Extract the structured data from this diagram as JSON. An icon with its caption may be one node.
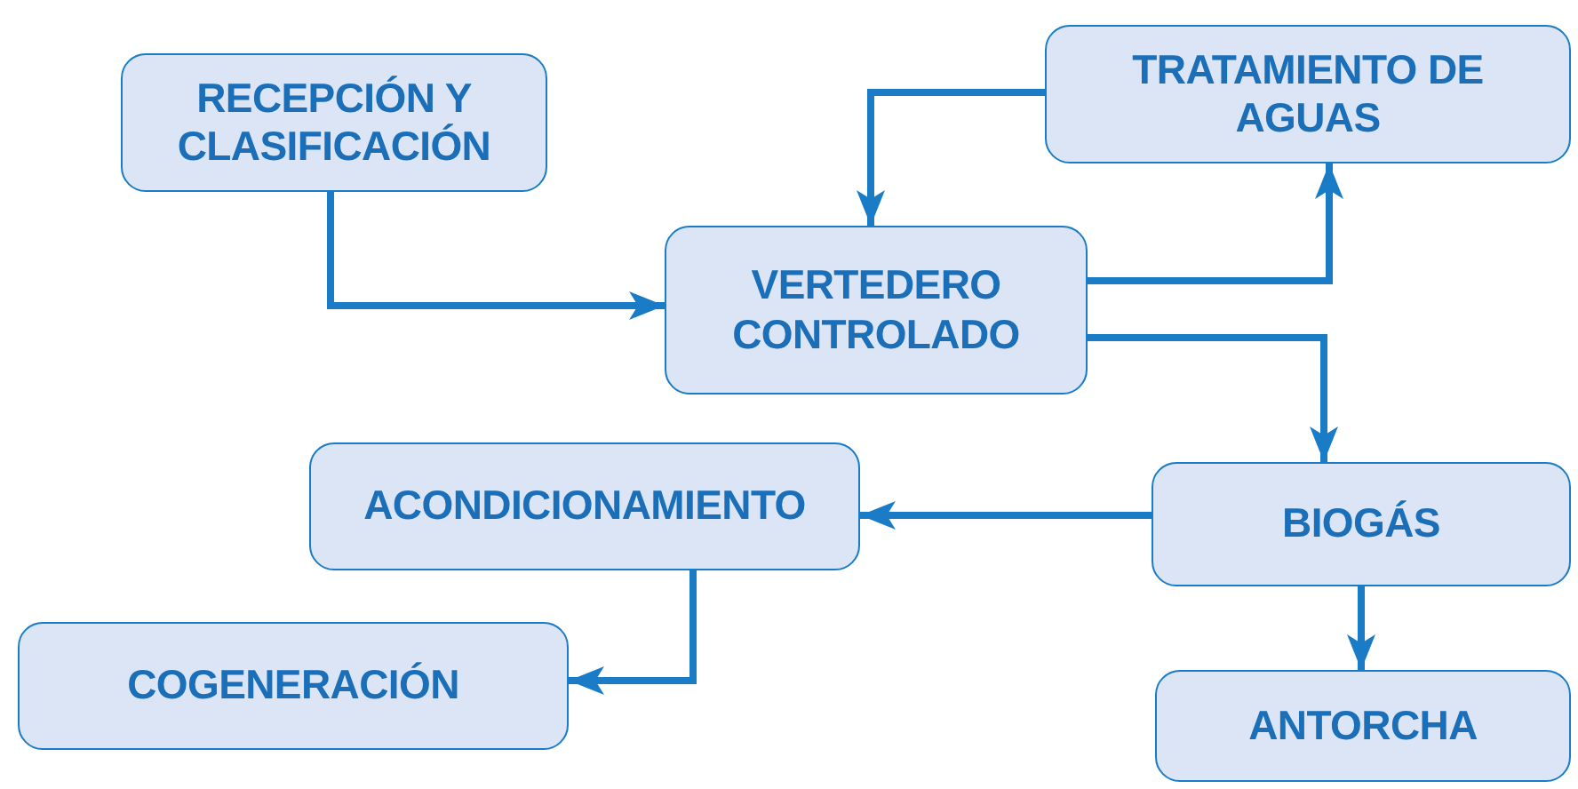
{
  "diagram": {
    "nodes": [
      {
        "text": [
          "RECEPCIÓN Y CLASIFICACIÓN"
        ]
      },
      {
        "text": [
          "TRATAMIENTO DE AGUAS"
        ]
      },
      {
        "text": [
          "VERTEDERO CONTROLADO"
        ]
      },
      {
        "text": [
          "ACONDICIONAMIENTO"
        ]
      },
      {
        "text": [
          "BIOGÁS"
        ]
      },
      {
        "text": [
          "COGENERACIÓN"
        ]
      },
      {
        "text": [
          "ANTORCHA"
        ]
      }
    ],
    "edges": [
      {
        "from": 0,
        "to": 2,
        "arrow": "to"
      },
      {
        "from": 1,
        "to": 2,
        "arrow": "to"
      },
      {
        "from": 2,
        "to": 1,
        "arrow": "to"
      },
      {
        "from": 2,
        "to": 4,
        "arrow": "to"
      },
      {
        "from": 4,
        "to": 3,
        "arrow": "to"
      },
      {
        "from": 3,
        "to": 5,
        "arrow": "to"
      },
      {
        "from": 4,
        "to": 6,
        "arrow": "to"
      }
    ]
  }
}
